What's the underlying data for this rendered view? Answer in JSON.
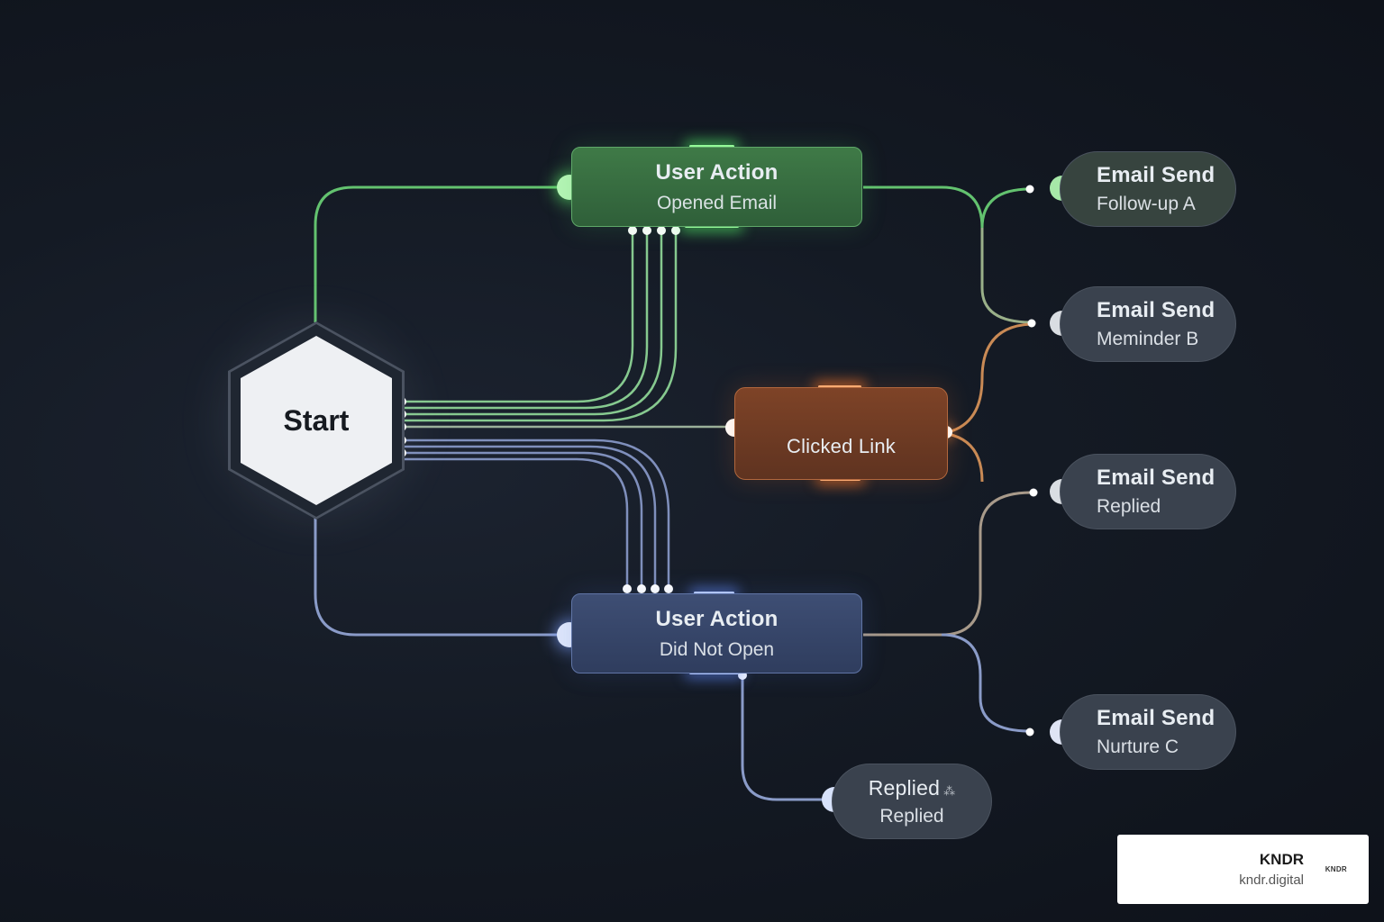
{
  "start": {
    "label": "Start"
  },
  "nodes": {
    "opened": {
      "title": "User Action",
      "subtitle": "Opened Email"
    },
    "not_open": {
      "title": "User Action",
      "subtitle": "Did Not Open"
    },
    "clicked": {
      "title": "Clicked Link"
    }
  },
  "outcomes": {
    "followup_a": {
      "title": "Email Send",
      "subtitle": "Follow-up A"
    },
    "meminder_b": {
      "title": "Email Send",
      "subtitle": "Meminder B"
    },
    "replied_send": {
      "title": "Email Send",
      "subtitle": "Replied"
    },
    "nurture_c": {
      "title": "Email Send",
      "subtitle": "Nurture C"
    },
    "replied": {
      "title": "Replied",
      "subtitle": "Replied"
    }
  },
  "colors": {
    "green": "#63c26f",
    "blue": "#8a9bc8",
    "orange": "#e07a3c",
    "tan": "#b79a7a",
    "background": "#141a24"
  },
  "badge": {
    "name": "KNDR",
    "url": "kndr.digital",
    "logo": "KNDR"
  }
}
